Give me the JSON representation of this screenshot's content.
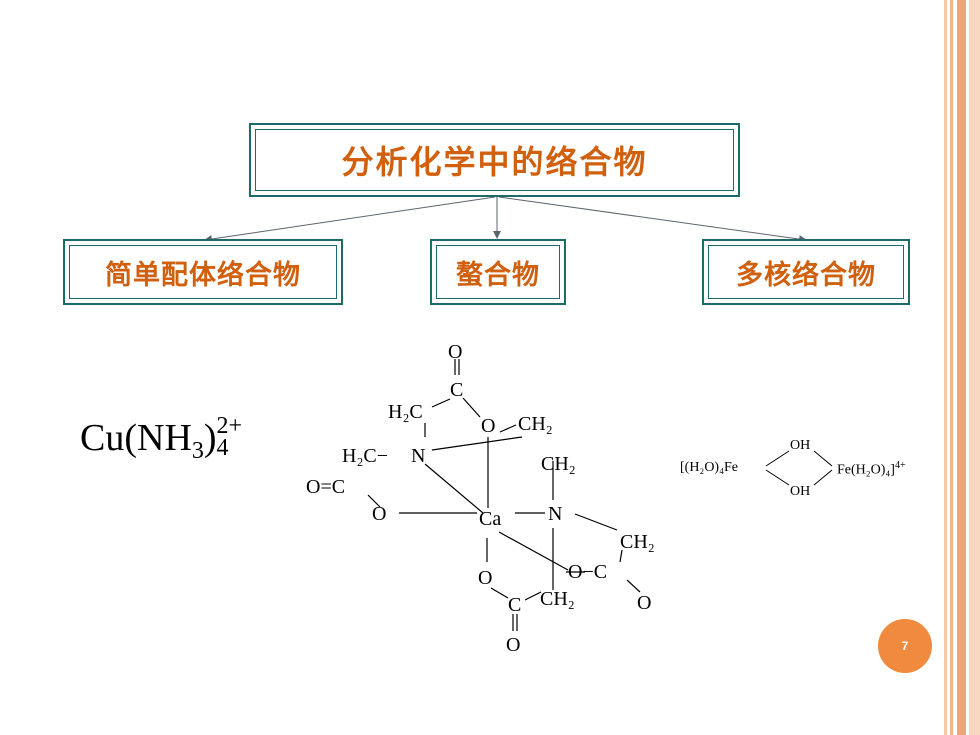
{
  "diagram": {
    "root": "分析化学中的络合物",
    "children": [
      "简单配体络合物",
      "螯合物",
      "多核络合物"
    ]
  },
  "formulas": {
    "copper": {
      "base": "Cu(NH",
      "sub3": "3",
      "close": ")",
      "sup": "2+",
      "sub4": "4"
    },
    "iron": {
      "left": "[(H₂O)₄Fe",
      "right": "Fe(H₂O)₄]",
      "charge": "4+",
      "bridge_top": "OH",
      "bridge_bottom": "OH"
    }
  },
  "edta": {
    "ca": "Ca",
    "n1": "N",
    "n2": "N",
    "o_top": "O",
    "c_top": "C",
    "h2c_top": "H₂C",
    "o_ring1": "O",
    "ch2_a": "CH₂",
    "h2c_n": "H₂C−",
    "ch2_b": "CH₂",
    "oc_left": "O=C",
    "o_left": "O",
    "ch2_right": "CH₂",
    "o_right": "O−C",
    "o_right2": "O",
    "o_bot": "O",
    "c_bot": "C",
    "ch2_bot": "CH₂",
    "o_bot2": "O"
  },
  "page_number": "7",
  "colors": {
    "accent": "#d0600e",
    "border": "#1e6a67",
    "badge": "#f08a3e"
  }
}
